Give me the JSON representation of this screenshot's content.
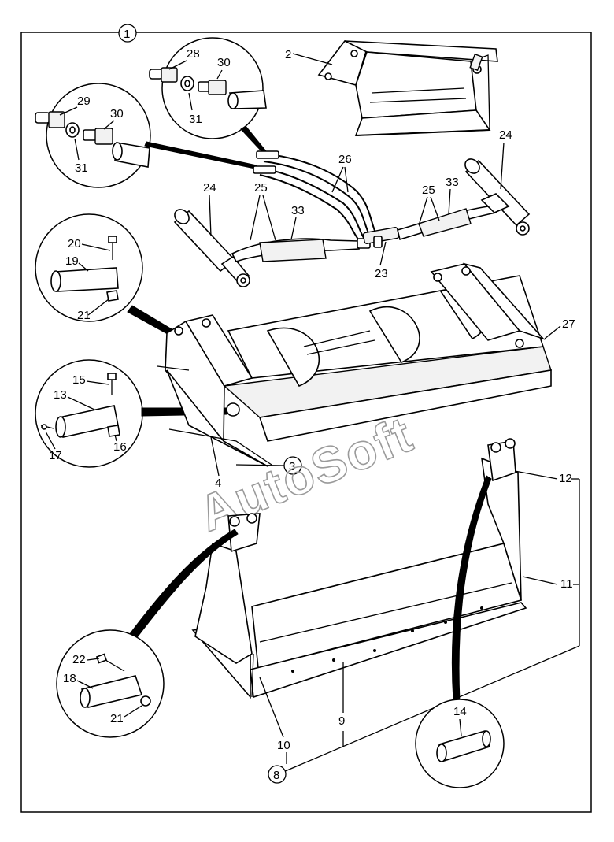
{
  "diagram": {
    "callouts": {
      "c1": "1",
      "c2": "2",
      "c3": "3",
      "c4": "4",
      "c8": "8",
      "c9": "9",
      "c10": "10",
      "c11": "11",
      "c12": "12",
      "c13": "13",
      "c14": "14",
      "c15": "15",
      "c16": "16",
      "c17": "17",
      "c18": "18",
      "c19": "19",
      "c20": "20",
      "c21a": "21",
      "c21b": "21",
      "c22": "22",
      "c23": "23",
      "c24a": "24",
      "c24b": "24",
      "c25a": "25",
      "c25b": "25",
      "c26": "26",
      "c27": "27",
      "c28": "28",
      "c29": "29",
      "c30a": "30",
      "c30b": "30",
      "c31a": "31",
      "c31b": "31",
      "c33a": "33",
      "c33b": "33"
    },
    "watermark": "AutoSoft"
  }
}
